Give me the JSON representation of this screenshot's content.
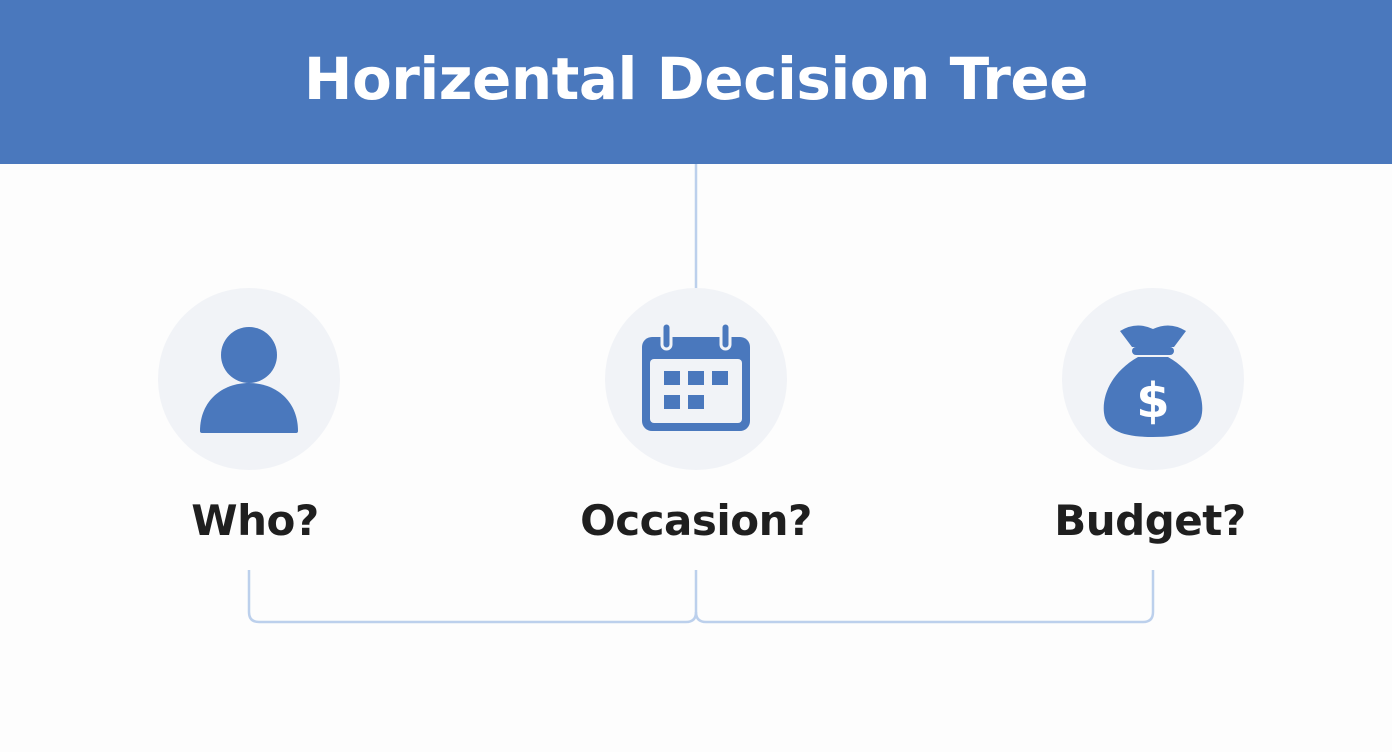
{
  "title": "Horizental Decision Tree",
  "colors": {
    "header_bg": "#4a78bd",
    "icon": "#4a78bd",
    "node_bg": "#f1f3f7",
    "connector": "#bcd0ec",
    "label": "#1f1f1f"
  },
  "nodes": [
    {
      "label": "Who?",
      "icon": "person-icon"
    },
    {
      "label": "Occasion?",
      "icon": "calendar-icon"
    },
    {
      "label": "Budget?",
      "icon": "money-bag-icon"
    }
  ]
}
